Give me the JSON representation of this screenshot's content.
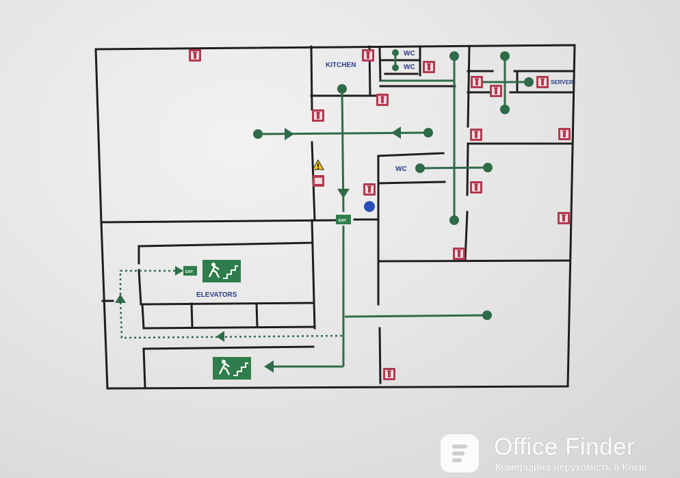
{
  "labels": {
    "kitchen": "KITCHEN",
    "wc_top_1": "WC",
    "wc_top_2": "WC",
    "wc_middle": "WC",
    "server": "SERVER",
    "elevators": "ELEVATORS",
    "exit_main": "EXIT",
    "exit_small": "EXIT"
  },
  "icons": {
    "extinguisher": "fire-extinguisher-icon",
    "warning": "warning-triangle-icon",
    "running_man": "emergency-exit-icon"
  },
  "colors": {
    "wall": "#1e1e1e",
    "route": "#2f6b48",
    "extinguisher": "#b23a4f",
    "label": "#2a3f8a",
    "blue_marker": "#2b4fb8"
  },
  "watermark": {
    "title": "Office Finder",
    "subtitle": "Комерційна нерухомість в Києві"
  }
}
